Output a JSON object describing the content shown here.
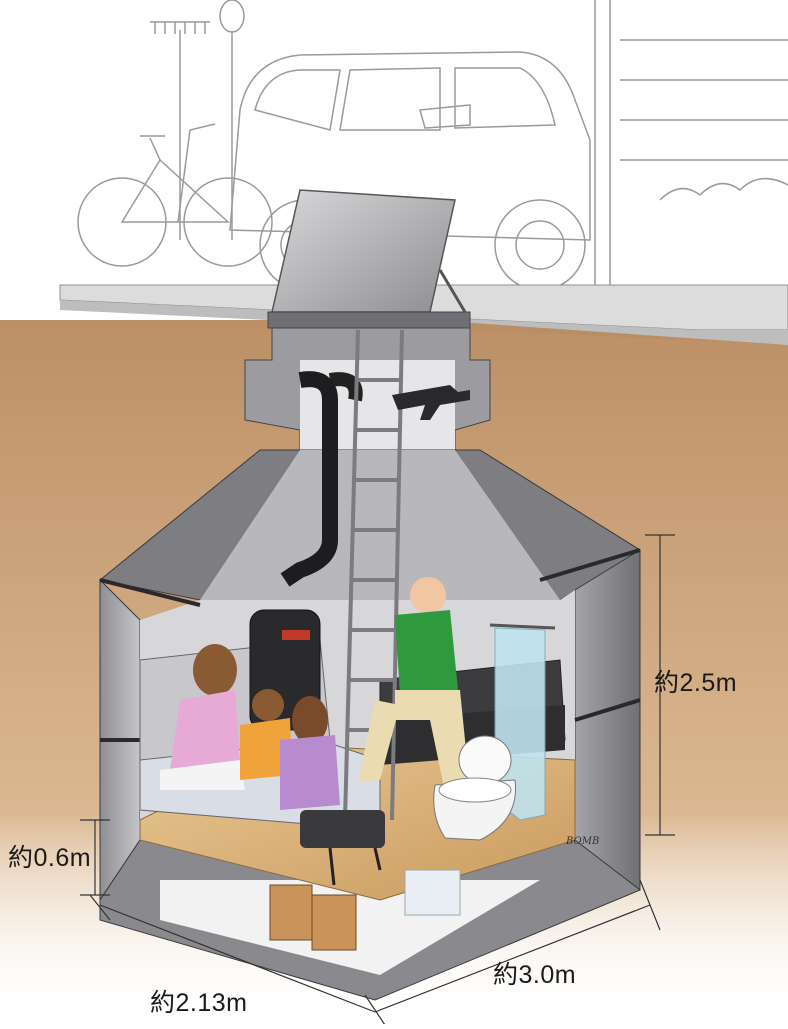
{
  "dimensions": {
    "height": "約2.5m",
    "floor_gap": "約0.6m",
    "length": "約3.0m",
    "width": "約2.13m"
  },
  "logo": {
    "text": "BOMB"
  },
  "icons": [
    "bicycle-icon",
    "suv-icon",
    "ladder-icon",
    "stove-icon",
    "toilet-icon",
    "rifle-icon",
    "sofa-icon",
    "bed-icon"
  ]
}
